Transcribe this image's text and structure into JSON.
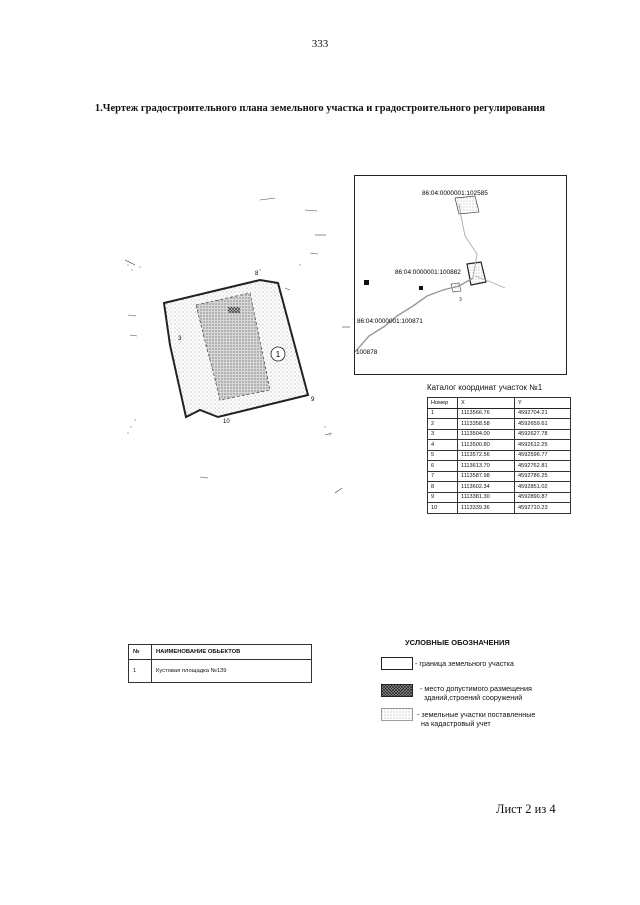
{
  "page_number": "333",
  "heading": "1.Чертеж градостроительного плана земельного участка и градостроительного регулирования",
  "drawing": {
    "corner_labels": [
      "8",
      "9",
      "3",
      "10"
    ],
    "object_marker": "1"
  },
  "inset": {
    "cadastral_1": "86:04:0000001:102585",
    "cadastral_2": "86:04:0000001:100882",
    "cadastral_3": "86:04:0000001:100871",
    "cadastral_4": "100878",
    "marker": "3"
  },
  "catalog": {
    "title": "Каталог координат участок №1",
    "headers": [
      "Номер",
      "X",
      "Y"
    ],
    "rows": [
      [
        "1",
        "1113566.76",
        "4592704.21"
      ],
      [
        "2",
        "1113358.58",
        "4592659.61"
      ],
      [
        "3",
        "1113504.00",
        "4592627.78"
      ],
      [
        "4",
        "1113500.80",
        "4592612.25"
      ],
      [
        "5",
        "1113572.56",
        "4592596.77"
      ],
      [
        "6",
        "1113613.70",
        "4592762.81"
      ],
      [
        "7",
        "1113587.98",
        "4592786.25"
      ],
      [
        "8",
        "1113602.34",
        "4592851.02"
      ],
      [
        "9",
        "1113381.30",
        "4592890.87"
      ],
      [
        "10",
        "1113339.36",
        "4592710.23"
      ]
    ]
  },
  "objects_table": {
    "headers": [
      "№",
      "НАИМЕНОВАНИЕ ОБЬЕКТОВ"
    ],
    "rows": [
      [
        "1",
        "Кустовая площадка №139"
      ]
    ]
  },
  "legend": {
    "title": "УСЛОВНЫЕ ОБОЗНАЧЕНИЯ",
    "items": [
      {
        "line1": "- граница земельного участка",
        "line2": ""
      },
      {
        "line1": "- место допустимого размещения",
        "line2": "зданий,строений сооружений"
      },
      {
        "line1": "- земельные участки поставленные",
        "line2": "на кадастровый учет"
      }
    ]
  },
  "sheet_label": "Лист 2 из 4"
}
